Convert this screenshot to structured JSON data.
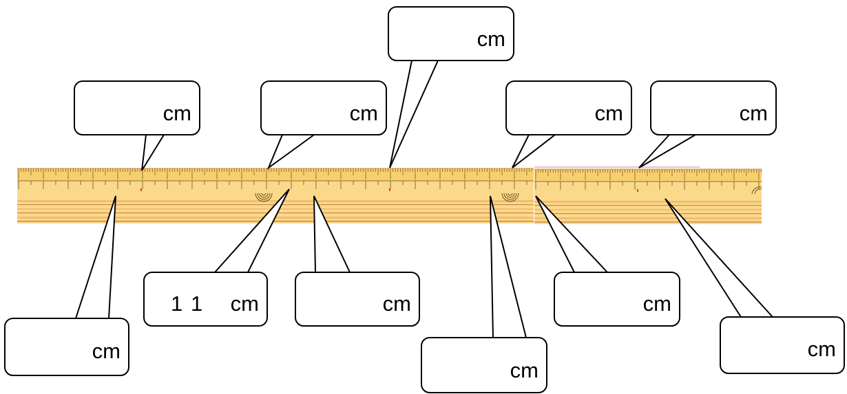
{
  "ruler": {
    "colors": {
      "body": "#fbd98a",
      "tick_band": "#f7cf6e",
      "tick": "#6b4e1c",
      "stripe_dark": "#c98a4a",
      "stripe_light": "#f3bc74",
      "red_mark": "#e23a2a"
    }
  },
  "callouts": [
    {
      "id": "top-1",
      "unit": "cm",
      "value": ""
    },
    {
      "id": "top-2",
      "unit": "cm",
      "value": ""
    },
    {
      "id": "top-3",
      "unit": "cm",
      "value": ""
    },
    {
      "id": "top-4",
      "unit": "cm",
      "value": ""
    },
    {
      "id": "top-5",
      "unit": "cm",
      "value": ""
    },
    {
      "id": "bottom-1",
      "unit": "cm",
      "value": ""
    },
    {
      "id": "bottom-2",
      "unit": "cm",
      "value": "11"
    },
    {
      "id": "bottom-3",
      "unit": "cm",
      "value": ""
    },
    {
      "id": "bottom-4",
      "unit": "cm",
      "value": ""
    },
    {
      "id": "bottom-5",
      "unit": "cm",
      "value": ""
    },
    {
      "id": "bottom-6",
      "unit": "cm",
      "value": ""
    }
  ]
}
